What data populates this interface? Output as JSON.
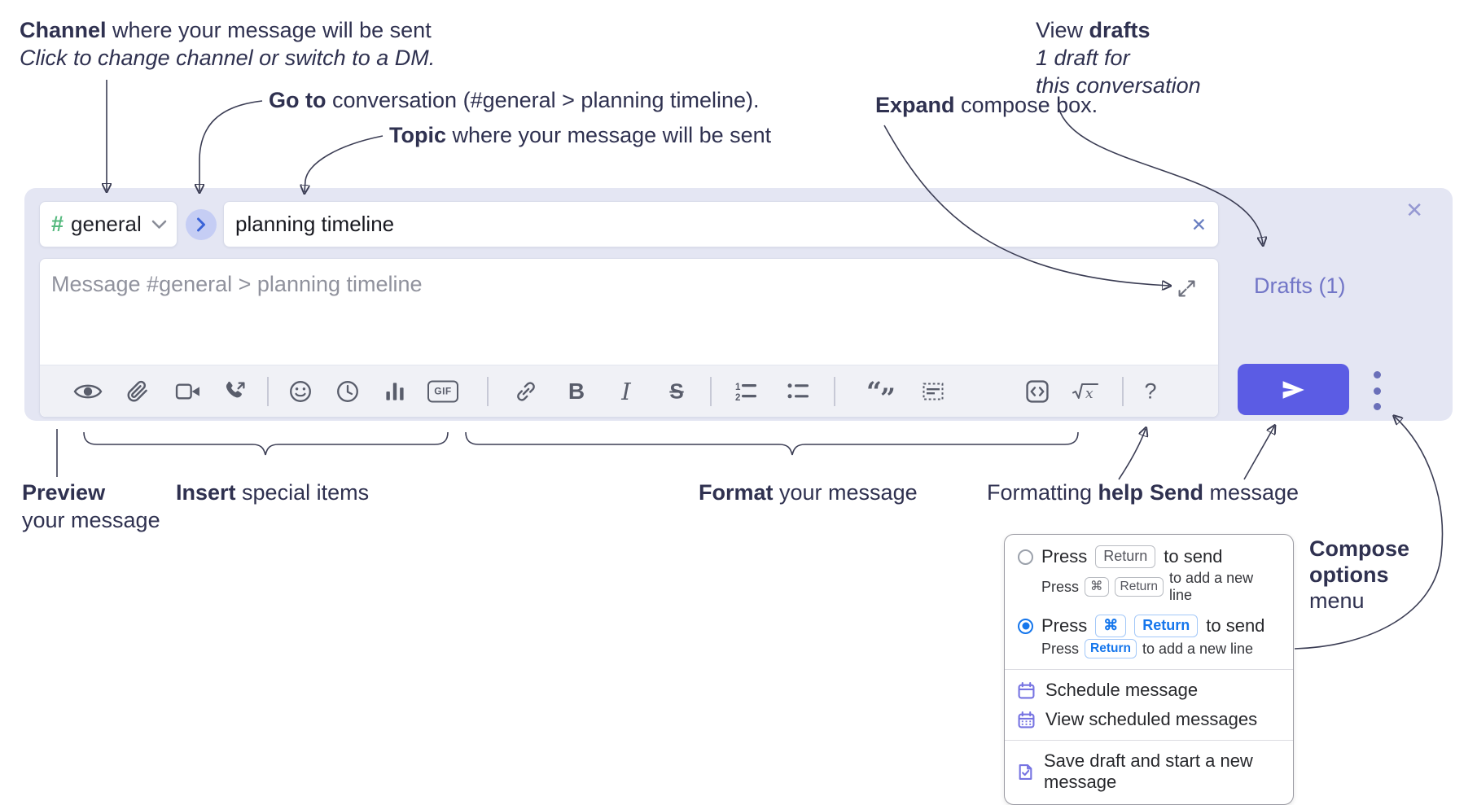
{
  "annotations": {
    "channel": {
      "bold": "Channel",
      "rest": " where your message will be sent",
      "sub": "Click to change channel or switch to a DM."
    },
    "goto": {
      "bold": "Go to",
      "rest": " conversation (#general > planning timeline)."
    },
    "topic": {
      "bold": "Topic",
      "rest": " where your message will be sent"
    },
    "expand": {
      "bold": "Expand",
      "rest": " compose box."
    },
    "drafts": {
      "pre": "View ",
      "bold": "drafts",
      "sub1": "1 draft for",
      "sub2": "this conversation"
    },
    "preview": {
      "bold": "Preview",
      "rest": "your message"
    },
    "insert": {
      "bold": "Insert",
      "rest": " special items"
    },
    "format": {
      "bold": "Format",
      "rest": " your message"
    },
    "help": {
      "pre": "Formatting ",
      "bold": "help"
    },
    "send": {
      "bold": "Send",
      "rest": " message"
    },
    "compose_options": {
      "bold1": "Compose",
      "bold2": "options",
      "rest": "menu"
    }
  },
  "compose": {
    "channel_selector": {
      "hash": "#",
      "name": "general"
    },
    "topic_input": {
      "value": "planning timeline",
      "clear": "✕"
    },
    "message_input": {
      "placeholder": "Message #general > planning timeline"
    },
    "drafts_link": "Drafts (1)",
    "close": "✕",
    "toolbar": {
      "gif_label": "GIF",
      "bold_label": "B",
      "italic_label": "I",
      "strike_label": "S",
      "quote_open": "“",
      "quote_close": "”",
      "ol_1": "1",
      "ol_2": "2",
      "math_x": "x",
      "help_label": "?"
    }
  },
  "menu": {
    "options": [
      {
        "selected": false,
        "main_press": "Press",
        "main_key1": "Return",
        "main_suffix": "to send",
        "sub_press": "Press",
        "sub_key1": "⌘",
        "sub_key2": "Return",
        "sub_suffix": "to add a new line"
      },
      {
        "selected": true,
        "main_press": "Press",
        "main_key1": "⌘",
        "main_key2": "Return",
        "main_suffix": "to send",
        "sub_press": "Press",
        "sub_key1": "Return",
        "sub_suffix": "to add a new line"
      }
    ],
    "items": [
      "Schedule message",
      "View scheduled messages",
      "Save draft and start a new message"
    ]
  },
  "colors": {
    "container_lavender": "#e4e6f3",
    "send_button_indigo": "#5b5ce4",
    "drafts_link": "#7276c7",
    "channel_hash_green": "#55b97e",
    "shortcut_blue": "#1576ec",
    "menu_icon_purple": "#7673e2",
    "annotation_text": "#2f3150"
  }
}
